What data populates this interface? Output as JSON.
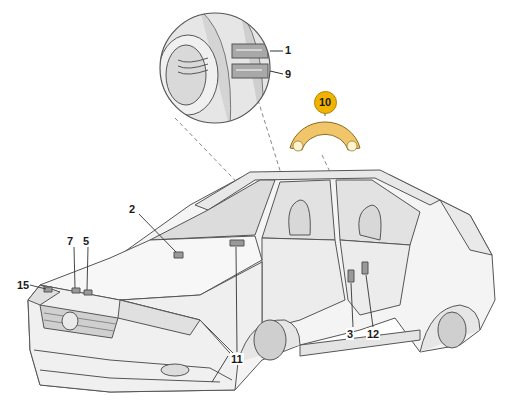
{
  "diagram": {
    "nodes": [
      {
        "text": [
          "10"
        ]
      }
    ],
    "labels": [
      "1",
      "9",
      "2",
      "7",
      "5",
      "15",
      "11",
      "3",
      "12"
    ]
  }
}
